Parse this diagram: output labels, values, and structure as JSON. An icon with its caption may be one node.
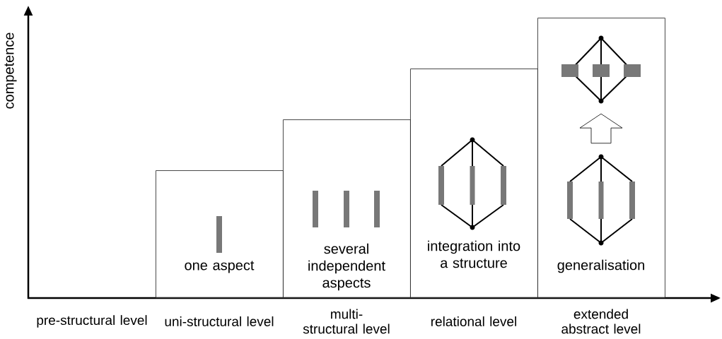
{
  "diagram": {
    "nodes": [
      {
        "text": [
          "one aspect"
        ]
      },
      {
        "text": [
          "several independent aspects"
        ]
      },
      {
        "text": [
          "integration into a structure"
        ]
      },
      {
        "text": [
          "generalisation"
        ]
      },
      {
        "text": [],
        "shape": "picture",
        "in": 3
      },
      {
        "text": [],
        "shape": "picture",
        "in": 3
      }
    ],
    "edges": [
      {
        "from": 5,
        "to": 4,
        "arrow": "to"
      }
    ],
    "labels": [
      "competence",
      "pre-structural level",
      "uni-structural level",
      "multi-structural level",
      "relational level",
      "extended abstract level"
    ]
  }
}
